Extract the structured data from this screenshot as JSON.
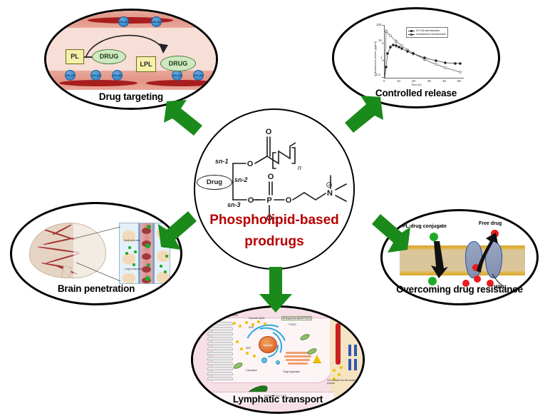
{
  "figure": {
    "title": "Phospholipid-based prodrugs overview",
    "accent_red": "#b80000",
    "arrow_green": "#1a8a1a"
  },
  "center": {
    "title_line1": "Phospholipid-based",
    "title_line2": "prodrugs",
    "structure": {
      "drug_label": "Drug",
      "sn1": "sn-1",
      "sn2": "sn-2",
      "sn3": "sn-3",
      "atom_o": "O",
      "atom_p": "P",
      "atom_n": "N",
      "repeat_n": "n"
    }
  },
  "panels": {
    "drug_targeting": {
      "caption": "Drug targeting",
      "pl_label": "PL",
      "lpl_label": "LPL",
      "drug_label": "DRUG",
      "enzyme_label": "sPLA2"
    },
    "controlled_release": {
      "caption": "Controlled release",
      "chart": {
        "xlabel": "Time (h)",
        "ylabel": "Indomethacin levels (µg/ml)",
        "legend": [
          "DP-155 administration",
          "Indomethacin administration"
        ],
        "xticks": [
          "0",
          "10",
          "20",
          "30",
          "40",
          "50"
        ],
        "yticks": [
          "100",
          "10",
          "1",
          "0.1"
        ]
      }
    },
    "brain_penetration": {
      "caption": "Brain penetration",
      "label_small": "Small molecules",
      "label_large": "Large molecules"
    },
    "drug_resistance": {
      "caption": "Overcoming drug resistance",
      "label_conjugate": "PL-drug conjugate",
      "label_free_drug": "Free drug",
      "label_mdr1": "MDR1"
    },
    "lymphatic_transport": {
      "caption": "Lymphatic transport",
      "label_chylomicron": "Chylomicron",
      "label_cytosolic": "Cytosolic lipids",
      "label_endogenous": "Endogenous lipids/TG/DG",
      "label_tgdg": "TG/DG",
      "label_nucleus": "Nucleus",
      "label_rer": "RER",
      "label_ser": "SER",
      "label_cytoplasm": "Cytoplasm",
      "label_golgi": "Golgi Apparatus",
      "label_enterocyte": "ENTEROCYTE",
      "label_release": "CM release into the lamina propria"
    }
  },
  "chart_data": {
    "type": "line",
    "title": "",
    "xlabel": "Time (h)",
    "ylabel": "Indomethacin levels (µg/ml)",
    "xlim": [
      0,
      50
    ],
    "ylim": [
      0.1,
      100
    ],
    "yscale": "log",
    "grid": false,
    "legend_position": "top-right",
    "x": [
      0,
      1,
      2,
      4,
      6,
      8,
      10,
      12,
      14,
      16,
      18,
      20,
      24,
      28,
      32,
      36,
      42,
      48
    ],
    "series": [
      {
        "name": "DP-155 administration",
        "marker": "filled-circle",
        "values": [
          0.12,
          0.4,
          3.0,
          6.5,
          8.0,
          7.5,
          6.6,
          5.8,
          5.2,
          4.7,
          4.2,
          3.8,
          3.4,
          3.0,
          2.7,
          2.5,
          2.2,
          2.0
        ]
      },
      {
        "name": "Indomethacin administration",
        "marker": "open-circle",
        "values": [
          0.15,
          30.0,
          27.0,
          22.0,
          18.0,
          15.0,
          13.0,
          11.0,
          9.5,
          8.3,
          7.2,
          6.3,
          5.2,
          4.4,
          3.7,
          3.1,
          2.3,
          1.7
        ]
      }
    ]
  }
}
